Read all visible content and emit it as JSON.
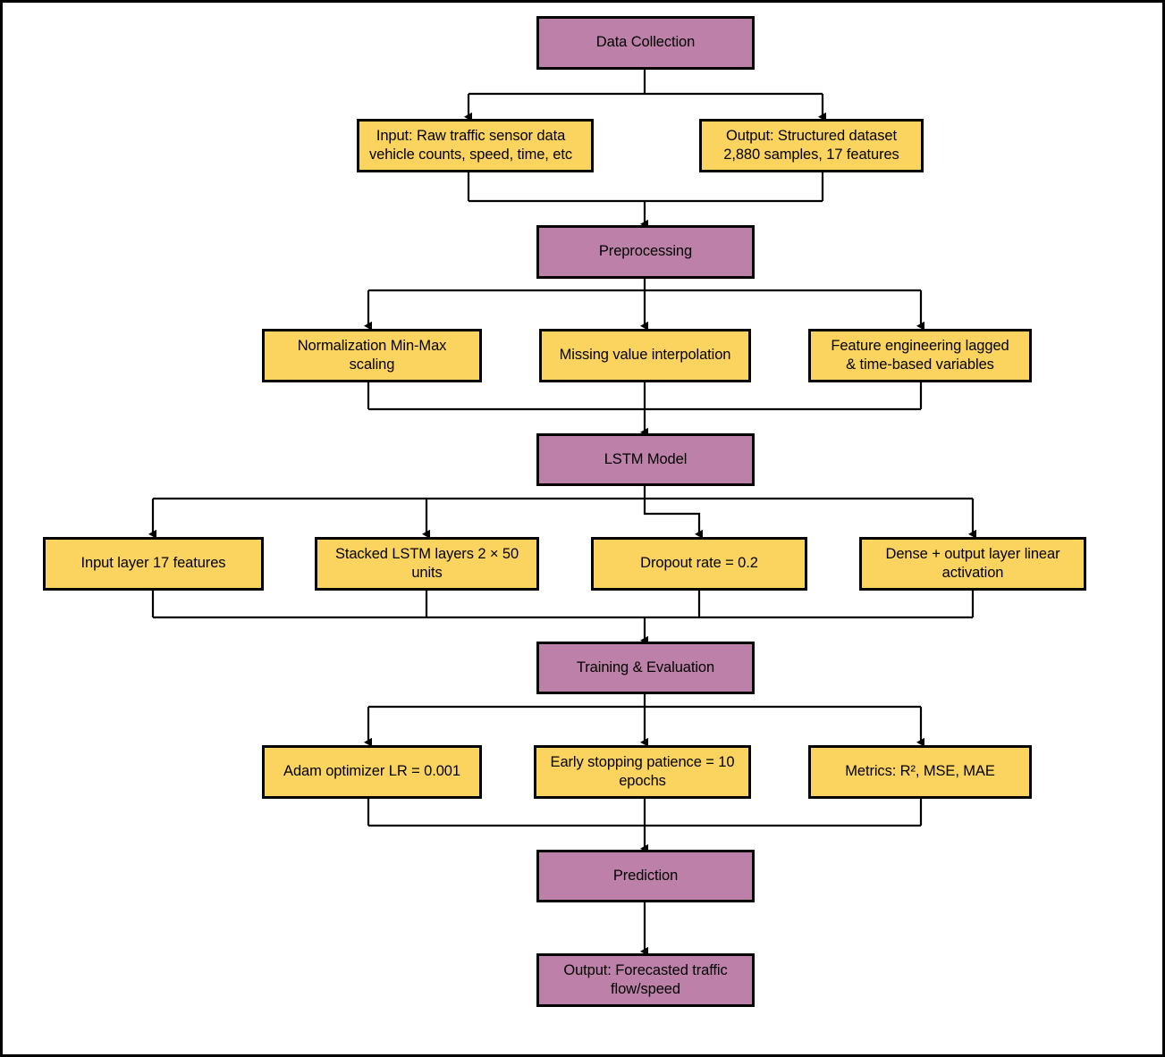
{
  "diagram": {
    "title": "LSTM traffic forecasting pipeline flowchart",
    "colors": {
      "stage_fill": "#bd80a9",
      "detail_fill": "#fbd45f",
      "stroke": "#000000",
      "background": "#ffffff"
    },
    "stages": [
      {
        "id": "data-collection",
        "label": "Data Collection"
      },
      {
        "id": "preprocessing",
        "label": "Preprocessing"
      },
      {
        "id": "lstm-model",
        "label": "LSTM Model"
      },
      {
        "id": "training-evaluation",
        "label": "Training & Evaluation"
      },
      {
        "id": "prediction",
        "label": "Prediction"
      },
      {
        "id": "final-output",
        "label": "Output: Forecasted traffic\nflow/speed"
      }
    ],
    "details": {
      "data_collection": [
        {
          "id": "input-raw-traffic",
          "label": "Input: Raw traffic sensor data\nvehicle counts, speed, time, etc"
        },
        {
          "id": "output-structured-dataset",
          "label": "Output: Structured dataset\n2,880 samples, 17 features"
        }
      ],
      "preprocessing": [
        {
          "id": "normalization",
          "label": "Normalization Min-Max\nscaling"
        },
        {
          "id": "missing-value-interpolation",
          "label": "Missing value interpolation"
        },
        {
          "id": "feature-engineering",
          "label": "Feature engineering lagged\n& time-based variables"
        }
      ],
      "lstm_model": [
        {
          "id": "input-layer",
          "label": "Input layer 17 features"
        },
        {
          "id": "stacked-lstm-layers",
          "label": "Stacked LSTM layers 2 × 50\nunits"
        },
        {
          "id": "dropout-rate",
          "label": "Dropout rate = 0.2"
        },
        {
          "id": "dense-output-layer",
          "label": "Dense + output layer linear\nactivation"
        }
      ],
      "training_evaluation": [
        {
          "id": "adam-optimizer",
          "label": "Adam optimizer LR = 0.001"
        },
        {
          "id": "early-stopping",
          "label": "Early stopping patience = 10\nepochs"
        },
        {
          "id": "metrics",
          "label": "Metrics: R², MSE, MAE"
        }
      ]
    }
  }
}
